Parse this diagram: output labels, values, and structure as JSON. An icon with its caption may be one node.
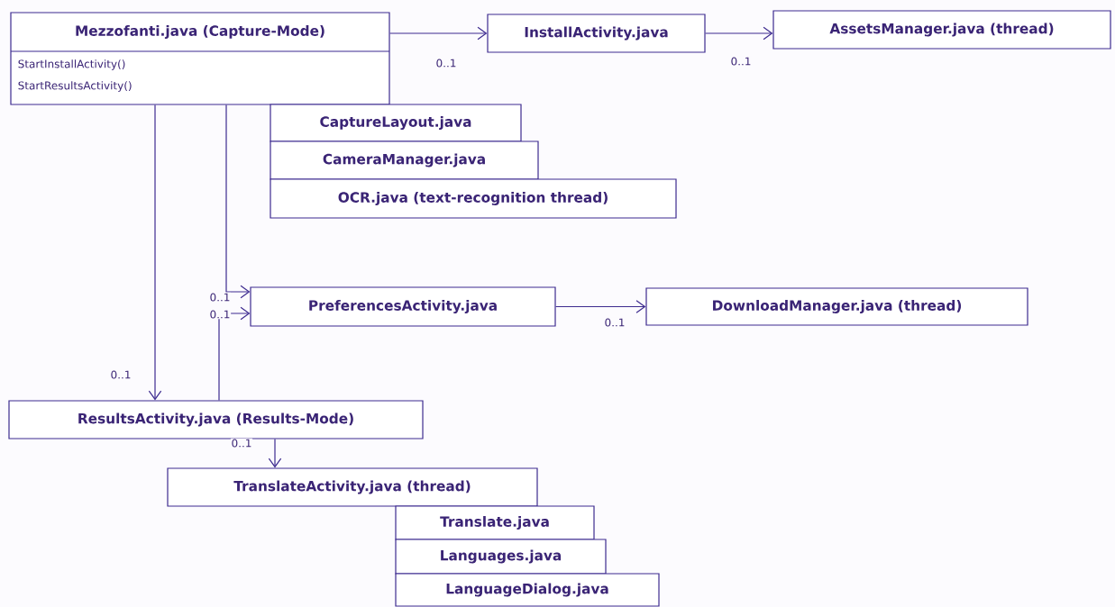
{
  "diagram": {
    "nodes": [
      {
        "text": [
          "Mezzofanti.java (Capture-Mode)",
          "StartInstallActivity()",
          "StartResultsActivity()"
        ]
      },
      {
        "text": [
          "InstallActivity.java"
        ]
      },
      {
        "text": [
          "AssetsManager.java (thread)"
        ]
      },
      {
        "text": [
          "CaptureLayout.java"
        ]
      },
      {
        "text": [
          "CameraManager.java"
        ]
      },
      {
        "text": [
          "OCR.java (text-recognition thread)"
        ]
      },
      {
        "text": [
          "PreferencesActivity.java"
        ]
      },
      {
        "text": [
          "DownloadManager.java (thread)"
        ]
      },
      {
        "text": [
          "ResultsActivity.java (Results-Mode)"
        ]
      },
      {
        "text": [
          "TranslateActivity.java (thread)"
        ]
      },
      {
        "text": [
          "Translate.java"
        ]
      },
      {
        "text": [
          "Languages.java"
        ]
      },
      {
        "text": [
          "LanguageDialog.java"
        ]
      }
    ],
    "edges": [
      {
        "from": 0,
        "to": 1,
        "arrow": "to",
        "label": "0..1"
      },
      {
        "from": 1,
        "to": 2,
        "arrow": "to",
        "label": "0..1"
      },
      {
        "from": 0,
        "to": 6,
        "arrow": "to",
        "label": "0..1"
      },
      {
        "from": 0,
        "to": 8,
        "arrow": "to",
        "label": "0..1"
      },
      {
        "from": 8,
        "to": 6,
        "arrow": "to",
        "label": "0..1"
      },
      {
        "from": 6,
        "to": 7,
        "arrow": "to",
        "label": "0..1"
      },
      {
        "from": 8,
        "to": 9,
        "arrow": "to",
        "label": "0..1"
      }
    ]
  }
}
